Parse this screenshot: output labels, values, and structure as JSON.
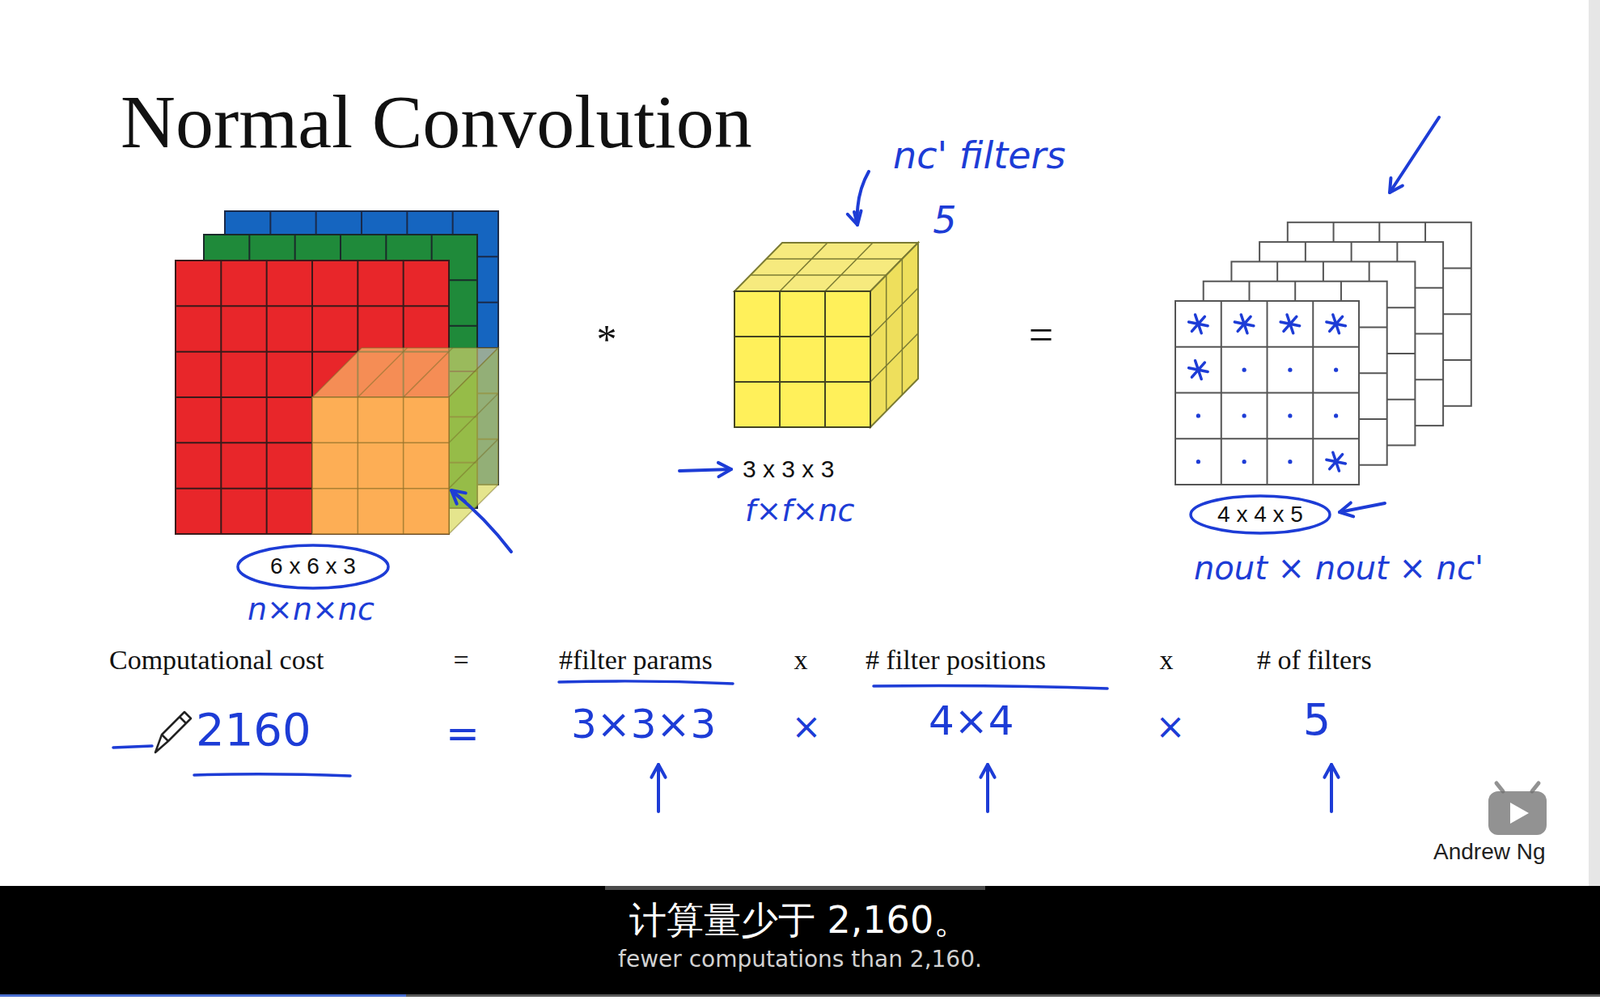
{
  "diagram": {
    "title": "Normal Convolution",
    "nodes": [
      {
        "text": [
          "6 x 6 x 3"
        ]
      },
      {
        "text": [
          "4 x 4 x 5"
        ]
      },
      {
        "text": [
          "计算量少于 2,160。",
          "fewer computations than 2,160."
        ]
      }
    ],
    "labels": [
      "nc' filters",
      "5",
      "*",
      "=",
      "3 x 3 x 3",
      "f×f×nc",
      "n×n×nc",
      "nout × nout × nc'",
      "Computational cost",
      "=",
      "#filter params",
      "x",
      "# filter positions",
      "x",
      "# of filters",
      "2160",
      "=",
      "3×3×3",
      "×",
      "4×4",
      "×",
      "5",
      "Andrew Ng"
    ]
  }
}
